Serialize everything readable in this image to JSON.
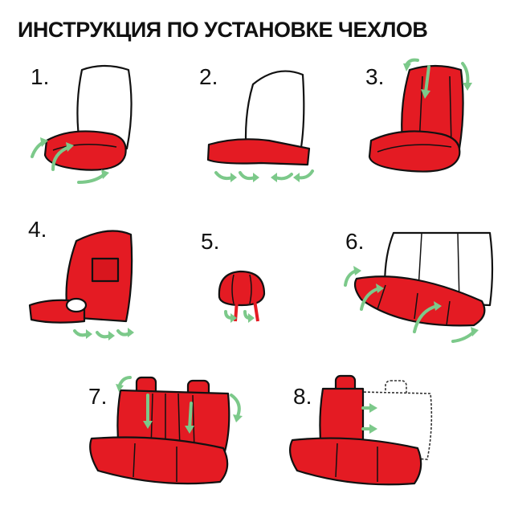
{
  "title": "ИНСТРУКЦИЯ ПО УСТАНОВКЕ ЧЕХЛОВ",
  "steps": [
    {
      "label": "1."
    },
    {
      "label": "2."
    },
    {
      "label": "3."
    },
    {
      "label": "4."
    },
    {
      "label": "5."
    },
    {
      "label": "6."
    },
    {
      "label": "7."
    },
    {
      "label": "8."
    }
  ],
  "colors": {
    "cover": "#e41b23",
    "arrow": "#7cc98a",
    "outline": "#111111"
  }
}
